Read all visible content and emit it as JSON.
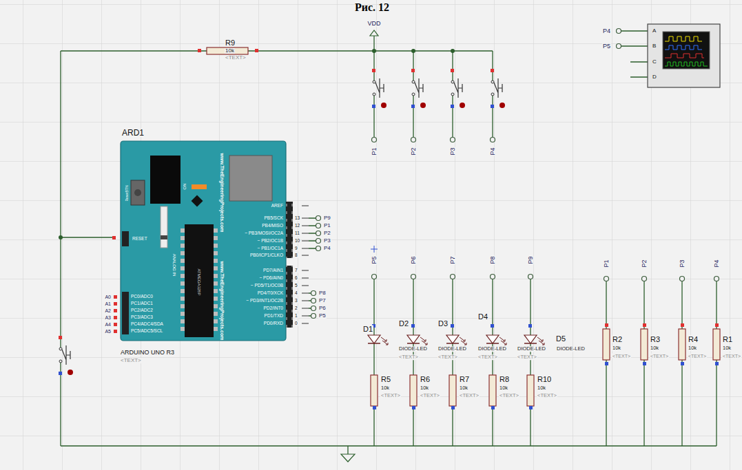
{
  "diagram": {
    "title": "Рис. 12",
    "nodes": [
      {
        "text": [
          "ResetBTN",
          "ON",
          "www.TheEngineeringProjects.com",
          "AREF",
          "PB5/SCK",
          "PB4/MISO",
          "~ PB3/MOSI/OC2A",
          "~ PB2/OC1B",
          "~ PB1/OC1A",
          "PB0/ICP1/CLKO",
          "PD7/AIN1",
          "~ PD6/AIN0",
          "~ PD5/T1/OC0B",
          "PD4/T0/XCK",
          "~ PD3/INT1/OC2B",
          "PD2/INT0",
          "PD1/TXD",
          "PD0/RXD",
          "RESET",
          "PC0/ADC0",
          "PC1/ADC1",
          "PC2/ADC2",
          "PC3/ADC3",
          "PC4/ADC4/SDA",
          "PC5/ADC5/SCL",
          "ANALOG IN",
          "ATMEGA328P",
          "www.TheEngineeringProjects.com"
        ]
      },
      {
        "text": [
          "A",
          "B",
          "C",
          "D"
        ]
      }
    ],
    "labels": [
      "R9",
      "10k",
      "<TEXT>",
      "VDD",
      "P4",
      "P5",
      "ARD1",
      "P1",
      "P2",
      "P3",
      "P4",
      "13",
      "12",
      "11",
      "10",
      "9",
      "8",
      "7",
      "6",
      "5",
      "4",
      "3",
      "2",
      "1",
      "0",
      "P9",
      "P1",
      "P2",
      "P3",
      "P4",
      "P8",
      "P7",
      "P6",
      "P5",
      "A0",
      "A1",
      "A2",
      "A3",
      "A4",
      "A5",
      "ARDUINO UNO R3",
      "<TEXT>",
      "P5",
      "P6",
      "P7",
      "P8",
      "P9",
      "D1",
      "D2",
      "D3",
      "D4",
      "D5",
      "DIODE-LED",
      "DIODE-LED",
      "DIODE-LED",
      "DIODE-LED",
      "DIODE-LED",
      "<TEXT>",
      "<TEXT>",
      "<TEXT>",
      "<TEXT>",
      "R5",
      "R6",
      "R7",
      "R8",
      "R10",
      "10k",
      "10k",
      "10k",
      "10k",
      "10k",
      "<TEXT>",
      "<TEXT>",
      "<TEXT>",
      "<TEXT>",
      "<TEXT>",
      "P1",
      "P2",
      "P3",
      "P4",
      "R2",
      "R3",
      "R4",
      "R1",
      "10k",
      "10k",
      "10k",
      "10k",
      "<TEXT>",
      "<TEXT>",
      "<TEXT>",
      "<TEXT>"
    ]
  }
}
